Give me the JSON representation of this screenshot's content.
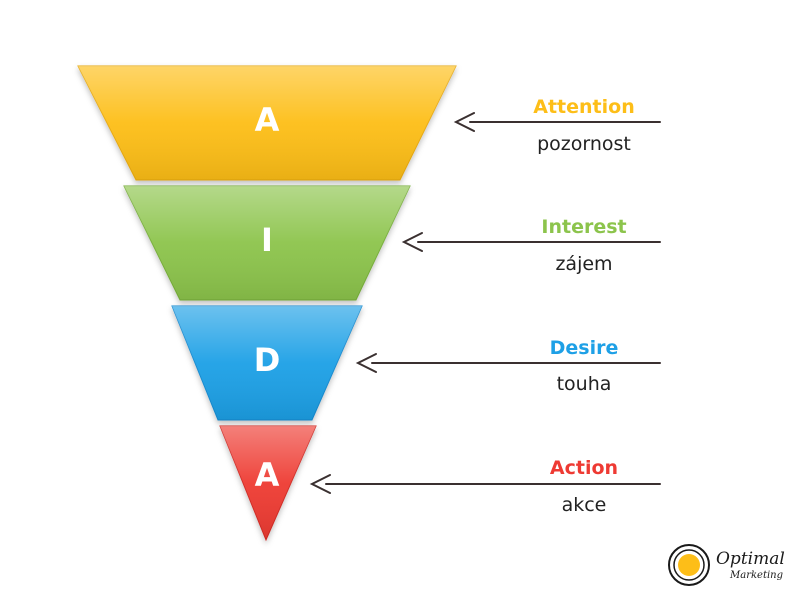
{
  "stages": [
    {
      "letter": "A",
      "label": "Attention",
      "translation": "pozornost",
      "color": "#FDBE18",
      "shade": "#E8A90E"
    },
    {
      "letter": "I",
      "label": "Interest",
      "translation": "zájem",
      "color": "#8CC44C",
      "shade": "#76AE38"
    },
    {
      "letter": "D",
      "label": "Desire",
      "translation": "touha",
      "color": "#1EA0E6",
      "shade": "#138AD0"
    },
    {
      "letter": "A",
      "label": "Action",
      "translation": "akce",
      "color": "#EE3A33",
      "shade": "#D22A24"
    }
  ],
  "logo": {
    "line1": "Optimal",
    "line2": "Marketing",
    "accent": "#FDBE18"
  }
}
